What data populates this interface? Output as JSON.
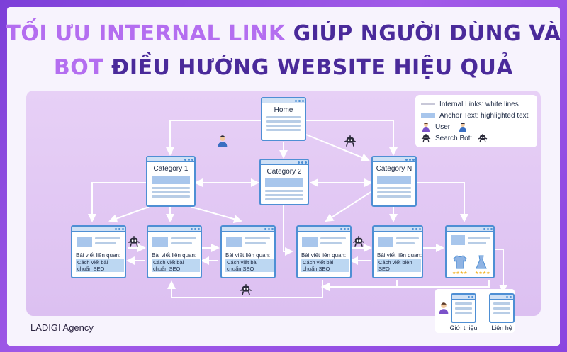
{
  "title": {
    "line1_highlight": "TỐI ƯU INTERNAL LINK",
    "line1_rest": " GIÚP NGƯỜI DÙNG VÀ",
    "line2_highlight": "BOT",
    "line2_rest": " ĐIỀU HƯỚNG WEBSITE HIỆU QUẢ"
  },
  "legend": {
    "internal_links": "Internal Links: white lines",
    "anchor_text": "Anchor Text: highlighted text",
    "user": "User:",
    "search_bot": "Search Bot:"
  },
  "nodes": {
    "home": "Home",
    "category_1": "Category 1",
    "category_2": "Category 2",
    "category_n": "Category N"
  },
  "posts": [
    {
      "related": "Bài viết liên quan:",
      "anchor": "Cách viết bài chuẩn SEO"
    },
    {
      "related": "Bài viết liên quan:",
      "anchor": "Cách viết bài chuẩn SEO"
    },
    {
      "related": "Bài viết liên quan:",
      "anchor": "Cách viết bài chuẩn SEO"
    },
    {
      "related": "Bài viết liên quan:",
      "anchor": "Cách viết bài chuẩn SEO"
    },
    {
      "related": "Bài viết liên quan:",
      "anchor": "Cách viết biên SEO"
    }
  ],
  "pages": {
    "about": "Giới thiệu",
    "contact": "Liên hệ"
  },
  "brand": "LADIGI Agency",
  "colors": {
    "background": "#8a45e0",
    "title_dark": "#4a2a9a",
    "title_light": "#b46ef0",
    "panel": "#e2c8f4",
    "card_border": "#4e8fd4",
    "anchor_highlight": "#bcd7f2",
    "link_line": "#ffffff"
  },
  "icons": [
    "user-icon",
    "search-bot-icon",
    "tshirt-icon",
    "dress-icon"
  ]
}
